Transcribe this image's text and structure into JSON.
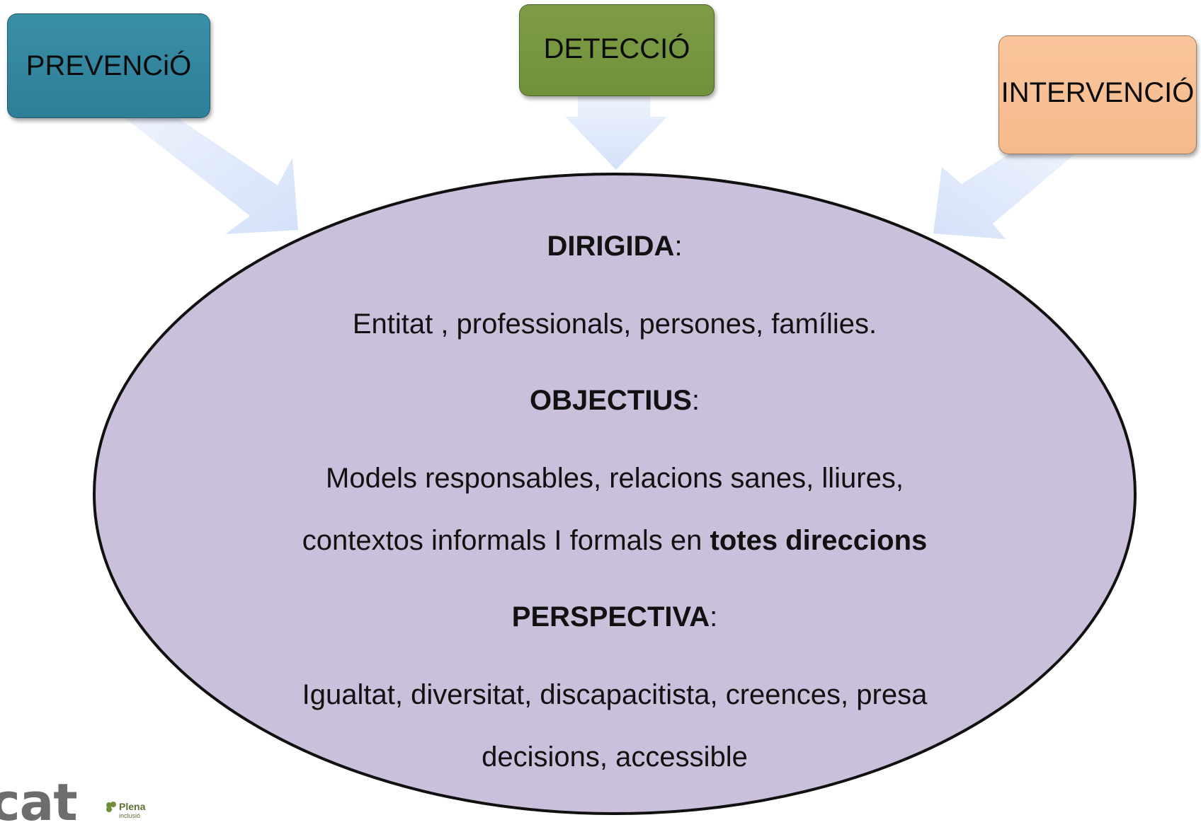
{
  "boxes": {
    "prevencio": "PREVENCiÓ",
    "deteccio": "DETECCIÓ",
    "intervencio": "INTERVENCIÓ"
  },
  "ellipse": {
    "dirigida_label": "DIRIGIDA",
    "dirigida_text": "Entitat , professionals, persones, famílies.",
    "objectius_label": "OBJECTIUS",
    "objectius_line1": "Models responsables, relacions sanes, lliures,",
    "objectius_line2_prefix": "contextos informals I formals en ",
    "objectius_line2_bold": "totes direccions",
    "perspectiva_label": "PERSPECTIVA",
    "perspectiva_line1": "Igualtat, diversitat, discapacitista, creences, presa",
    "perspectiva_line2": "decisions, accessible",
    "colon": ":"
  },
  "logo": {
    "text": "cat",
    "brand": "Plena",
    "sub": "inclusió"
  },
  "colors": {
    "prevencio": "#2f8299",
    "deteccio": "#739340",
    "intervencio": "#f7bf90",
    "ellipse_fill": "#cbc0dc",
    "arrow_fill": "#dfe9fb"
  }
}
